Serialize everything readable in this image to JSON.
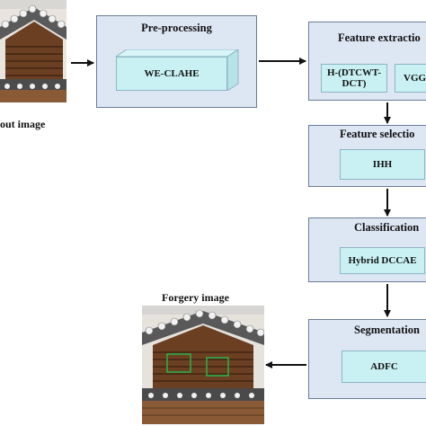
{
  "input": {
    "label": "out image"
  },
  "preprocessing": {
    "title": "Pre-processing",
    "method": "WE-CLAHE"
  },
  "feature_extraction": {
    "title": "Feature extractio",
    "methods": [
      "H-(DTCWT-DCT)",
      "VGG"
    ]
  },
  "feature_selection": {
    "title": "Feature selectio",
    "method": "IHH"
  },
  "classification": {
    "title": "Classification",
    "method": "Hybrid DCCAE"
  },
  "segmentation": {
    "title": "Segmentation",
    "method": "ADFC"
  },
  "output": {
    "label": "Forgery image"
  },
  "colors": {
    "panel": "#dde6f3",
    "method_box": "#c9f1f3",
    "arrow": "#111111",
    "detection_box": "#2bb24a"
  }
}
